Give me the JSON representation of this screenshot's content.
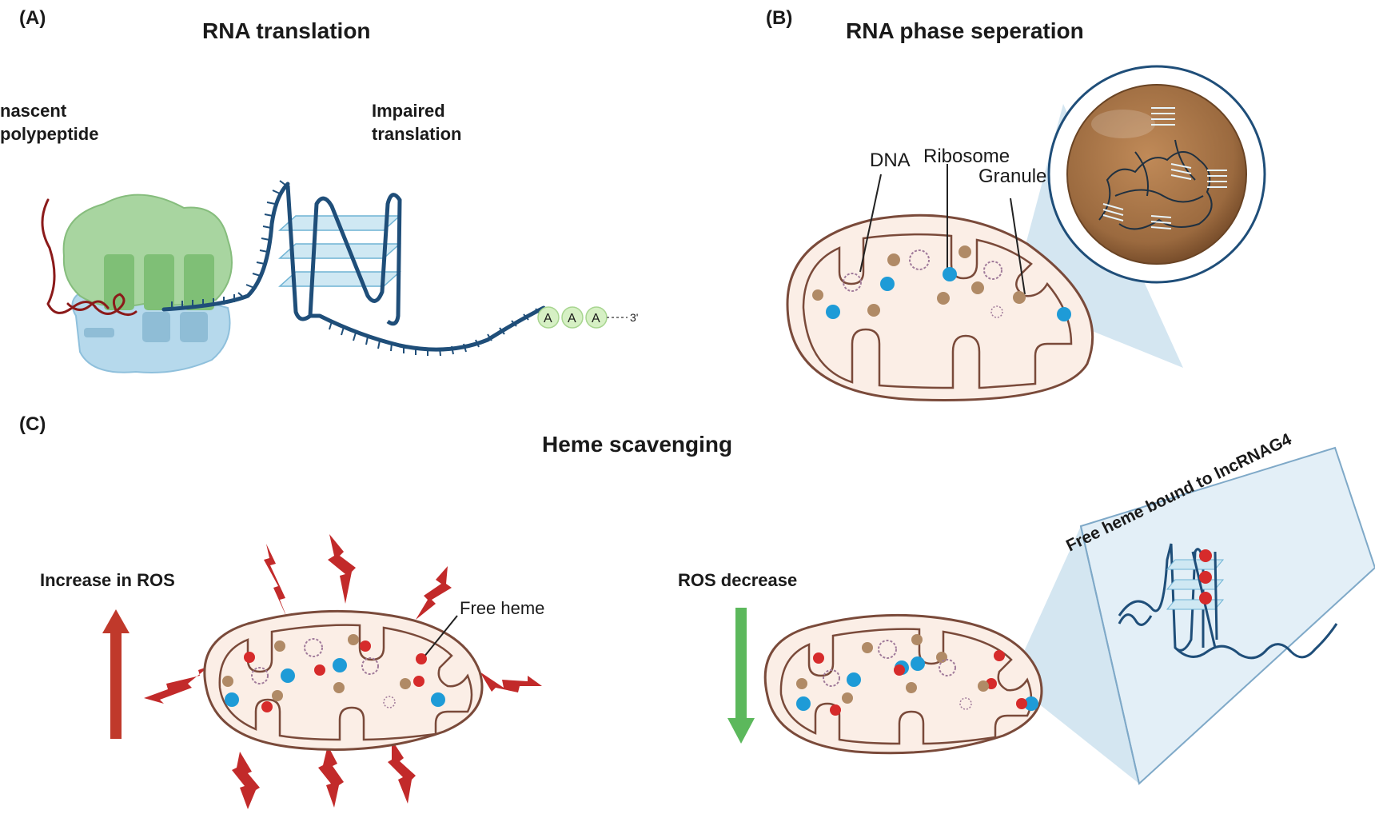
{
  "panelA": {
    "letter": "(A)",
    "title": "RNA translation",
    "label_nascent_line1": "nascent",
    "label_nascent_line2": "polypeptide",
    "label_impaired_line1": "Impaired",
    "label_impaired_line2": "translation",
    "polyA": [
      "A",
      "A",
      "A"
    ],
    "three_prime": "3'"
  },
  "panelB": {
    "letter": "(B)",
    "title": "RNA phase seperation",
    "label_dna": "DNA",
    "label_ribosome": "Ribosome",
    "label_granule": "Granule"
  },
  "panelC": {
    "letter": "(C)",
    "title": "Heme scavenging",
    "label_increase": "Increase in ROS",
    "label_free_heme": "Free heme",
    "label_decrease": "ROS decrease",
    "label_bound": "Free heme bound to lncRNAG4"
  },
  "colors": {
    "rna_strand": "#1f4e79",
    "polypeptide": "#8b1a1a",
    "ribosome_large": "#a8d5a0",
    "ribosome_small": "#b6d9ec",
    "mito_fill": "#fbeee6",
    "mito_stroke": "#7a4a3a",
    "blue_dot": "#1e9bd7",
    "brown_dot": "#b08a66",
    "red_dot": "#d62b2b",
    "ros_bolt": "#c22a2a",
    "arrow_up": "#c0392b",
    "arrow_down": "#5cb85c",
    "granule_fill": "#9b6a3f"
  }
}
